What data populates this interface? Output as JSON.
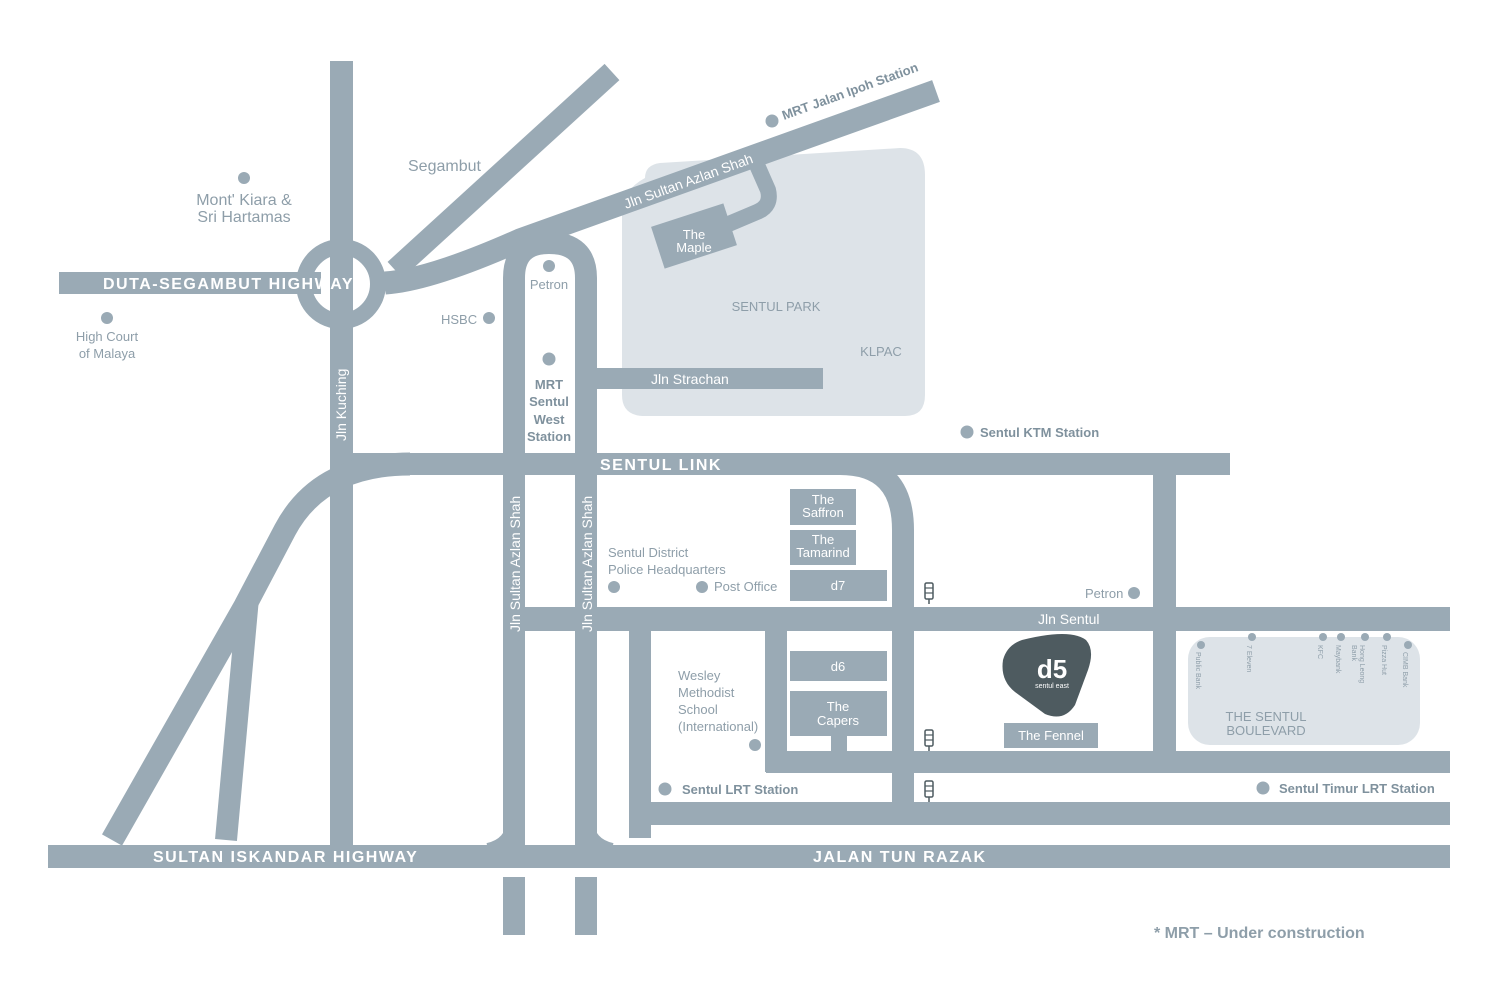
{
  "highways": {
    "duta_segambut": "DUTA-SEGAMBUT HIGHWAY",
    "sultan_iskandar": "SULTAN ISKANDAR HIGHWAY",
    "jalan_tun_razak": "JALAN TUN RAZAK",
    "sentul_link": "SENTUL LINK"
  },
  "roads": {
    "jln_kuching": "Jln Kuching",
    "jln_sultan_azlan_shah": "Jln Sultan Azlan Shah",
    "jln_strachan": "Jln Strachan",
    "jln_sentul": "Jln Sentul"
  },
  "places": {
    "segambut": "Segambut",
    "mont_kiara_1": "Mont' Kiara &",
    "mont_kiara_2": "Sri Hartamas",
    "high_court_1": "High Court",
    "high_court_2": "of Malaya",
    "hsbc": "HSBC",
    "petron_north": "Petron",
    "petron_east": "Petron",
    "police_1": "Sentul District",
    "police_2": "Police Headquarters",
    "post_office": "Post Office",
    "wesley_1": "Wesley",
    "wesley_2": "Methodist",
    "wesley_3": "School",
    "wesley_4": "(International)"
  },
  "stations": {
    "mrt_jalan_ipoh": "MRT Jalan Ipoh Station",
    "mrt_sentul_west_1": "MRT",
    "mrt_sentul_west_2": "Sentul",
    "mrt_sentul_west_3": "West",
    "mrt_sentul_west_4": "Station",
    "sentul_ktm": "Sentul KTM Station",
    "sentul_lrt": "Sentul LRT Station",
    "sentul_timur_lrt": "Sentul Timur LRT Station"
  },
  "areas": {
    "sentul_park": "SENTUL PARK",
    "klpac": "KLPAC",
    "sentul_boulevard_1": "THE SENTUL",
    "sentul_boulevard_2": "BOULEVARD"
  },
  "buildings": {
    "maple_1": "The",
    "maple_2": "Maple",
    "saffron_1": "The",
    "saffron_2": "Saffron",
    "tamarind_1": "The",
    "tamarind_2": "Tamarind",
    "d7": "d7",
    "d6": "d6",
    "capers_1": "The",
    "capers_2": "Capers",
    "fennel": "The Fennel"
  },
  "shops": [
    "Public Bank",
    "7 Eleven",
    "KFC",
    "Maybank",
    "Hong Leong",
    "Bank",
    "Pizza Hut",
    "CIMB Bank"
  ],
  "logo": {
    "mark": "d5",
    "sub": "sentul east"
  },
  "note": "* MRT – Under construction",
  "colors": {
    "road": "#9aaab5",
    "park": "#dde3e8",
    "logo": "#4e5b60",
    "label": "#8e9ea9"
  }
}
